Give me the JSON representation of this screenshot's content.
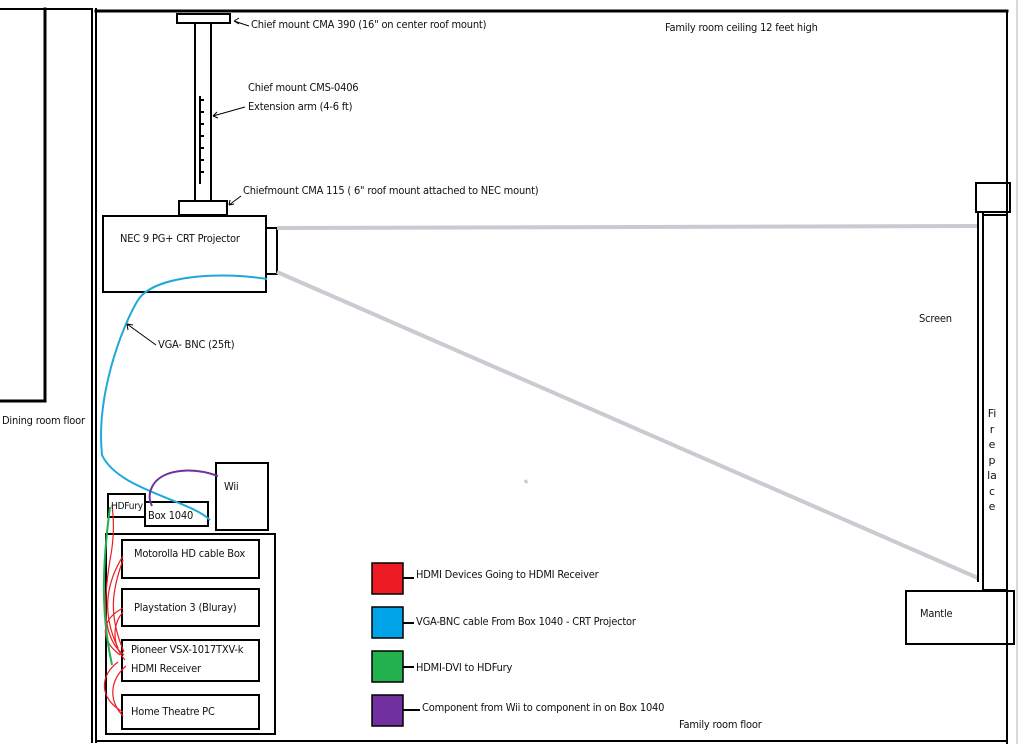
{
  "labels": {
    "mount_top": "Chief mount CMA 390 (16\" on center roof mount)",
    "ceiling": "Family room ceiling 12 feet high",
    "ext_arm_1": "Chief mount CMS-0406",
    "ext_arm_2": "Extension arm (4-6 ft)",
    "mount_bottom": "Chiefmount CMA 115 ( 6\" roof mount attached to NEC mount)",
    "projector": "NEC 9 PG+  CRT Projector",
    "vga_cable": "VGA- BNC (25ft)",
    "dining_floor": "Dining room floor",
    "screen": "Screen",
    "fireplace": "Fireplace",
    "mantle": "Mantle",
    "wii": "Wii",
    "hdfury": "HDFury",
    "box1040": "Box 1040",
    "motorola": "Motorolla HD cable Box",
    "ps3": "Playstation 3 (Bluray)",
    "pioneer_1": "Pioneer VSX-1017TXV-k",
    "pioneer_2": "HDMI Receiver",
    "htpc": "Home Theatre PC",
    "family_floor": "Family room floor"
  },
  "legend": [
    {
      "color": "#ed1c24",
      "label": "HDMI Devices Going to HDMI Receiver"
    },
    {
      "color": "#00a2e8",
      "label": "VGA-BNC cable From Box 1040 - CRT Projector"
    },
    {
      "color": "#22b14c",
      "label": "HDMI-DVI to HDFury"
    },
    {
      "color": "#7030a0",
      "label": "Component from Wii to component in on Box 1040"
    }
  ],
  "colors": {
    "hdmi": "#ed1c24",
    "vga": "#1ea8dc",
    "dvi": "#22b14c",
    "component": "#7030a0",
    "beam": "#c8cbd0",
    "ink": "#000000"
  }
}
